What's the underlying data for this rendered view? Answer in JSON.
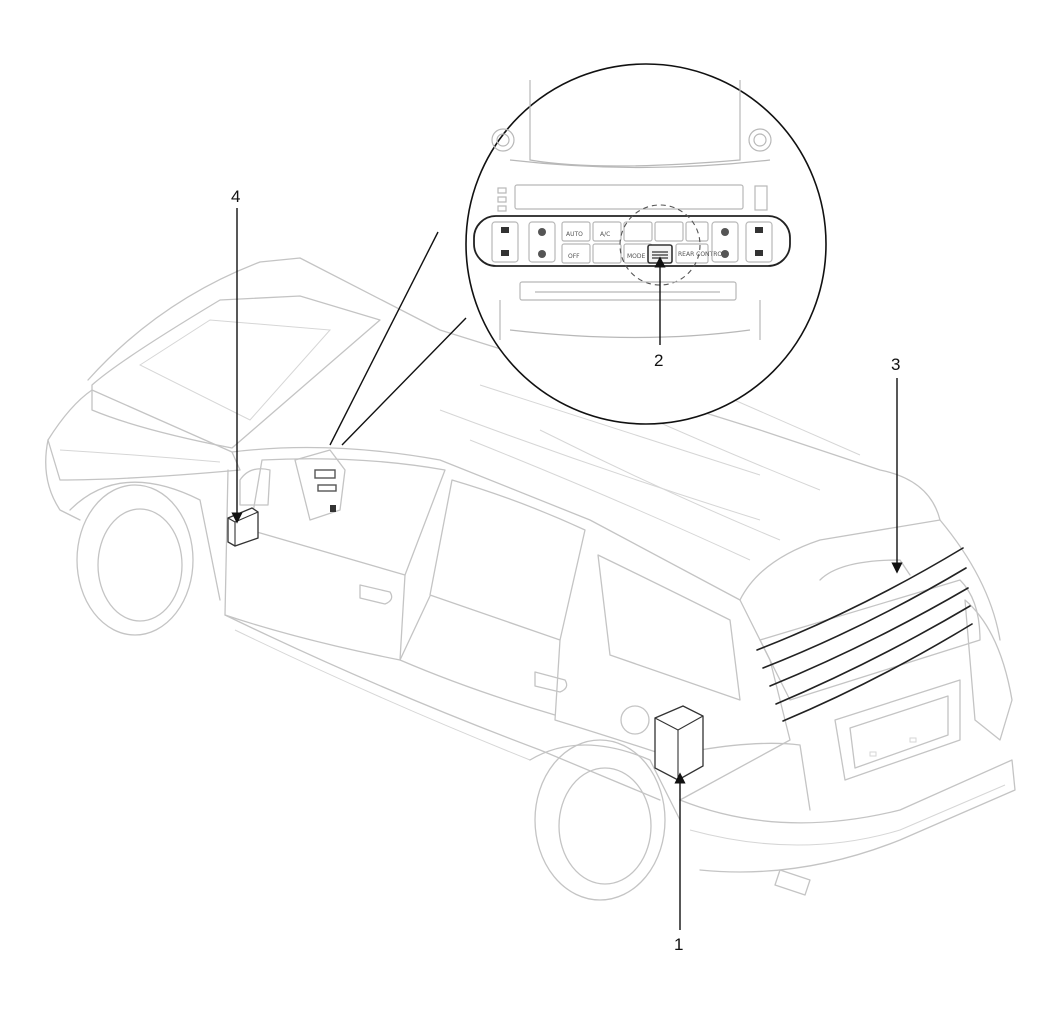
{
  "callouts": [
    {
      "id": "1",
      "label": "1"
    },
    {
      "id": "2",
      "label": "2"
    },
    {
      "id": "3",
      "label": "3"
    },
    {
      "id": "4",
      "label": "4"
    }
  ],
  "panel_buttons": {
    "auto": "AUTO",
    "off": "OFF",
    "ac": "A/C",
    "mode": "MODE",
    "rear_control": "REAR CONTROL"
  },
  "colors": {
    "outline": "#c4c4c4",
    "callout": "#111111",
    "heater_lines": "#222222",
    "background": "#ffffff"
  }
}
